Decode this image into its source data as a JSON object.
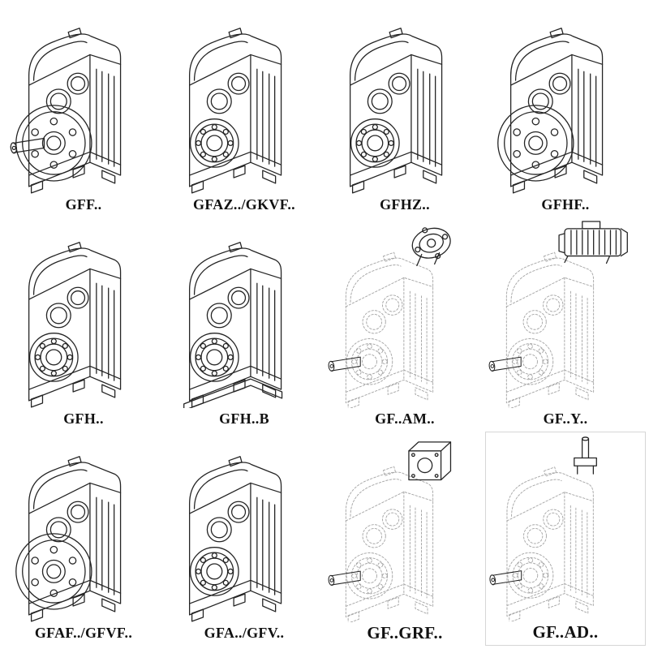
{
  "colors": {
    "line": "#242424",
    "line_light": "#a6a6a6",
    "background": "#ffffff"
  },
  "cells": [
    {
      "label": "GFF..",
      "drawing": "gearbox-flange-shaft-drawing"
    },
    {
      "label": "GFAZ../GKVF..",
      "drawing": "gearbox-hollow-shaft-drawing"
    },
    {
      "label": "GFHZ..",
      "drawing": "gearbox-hollow-shaft-drawing"
    },
    {
      "label": "GFHF..",
      "drawing": "gearbox-flange-mounted-drawing"
    },
    {
      "label": "GFH..",
      "drawing": "gearbox-shaft-mounted-drawing"
    },
    {
      "label": "GFH..B",
      "drawing": "gearbox-shaft-mounted-base-drawing"
    },
    {
      "label": "GF..AM..",
      "drawing": "gearbox-iec-adapter-drawing"
    },
    {
      "label": "GF..Y..",
      "drawing": "gearbox-with-motor-drawing"
    },
    {
      "label": "GFAF../GFVF..",
      "drawing": "gearbox-flange-hollow-drawing"
    },
    {
      "label": "GFA../GFV..",
      "drawing": "gearbox-hollow-shaft-drawing"
    },
    {
      "label": "GF..GRF..",
      "drawing": "gearbox-adapter-block-drawing"
    },
    {
      "label": "GF..AD..",
      "drawing": "gearbox-input-shaft-adapter-drawing"
    }
  ]
}
